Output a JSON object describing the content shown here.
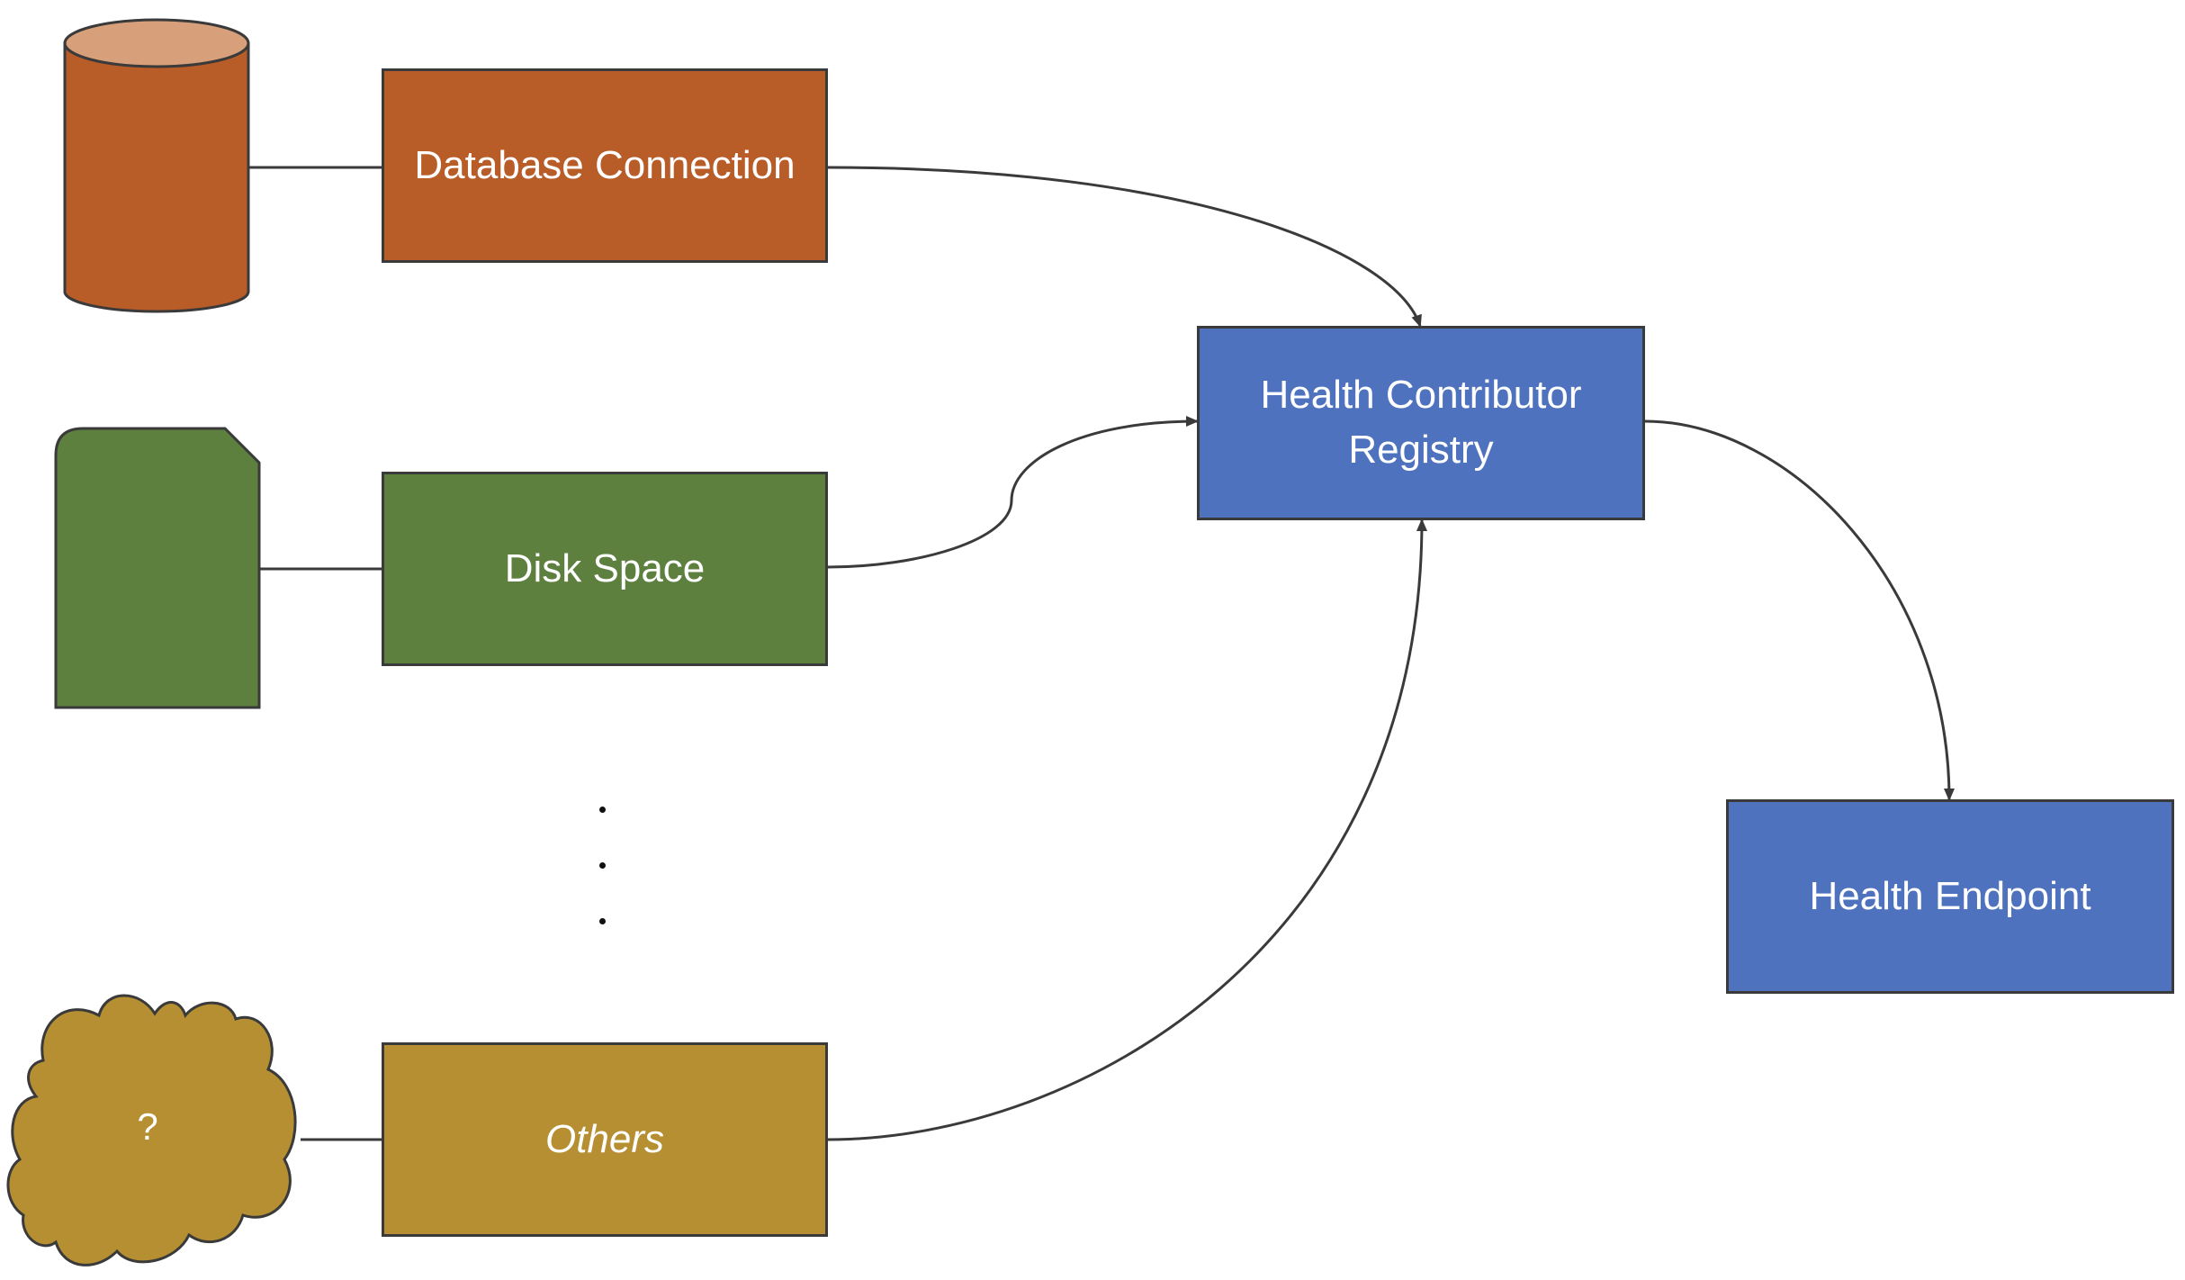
{
  "nodes": {
    "database_connection": "Database Connection",
    "disk_space": "Disk Space",
    "others": "Others",
    "health_contributor_registry": "Health Contributor Registry",
    "health_endpoint": "Health Endpoint",
    "unknown_source": "?"
  },
  "colors": {
    "database": "#b85c28",
    "database_top": "#d7a07b",
    "disk": "#5e803f",
    "others": "#b68f32",
    "registry": "#4e72be",
    "endpoint": "#4e72be",
    "line": "#3a3a3a"
  },
  "icons": {
    "database": "database-cylinder-icon",
    "disk": "sd-card-icon",
    "others": "cloud-icon"
  }
}
